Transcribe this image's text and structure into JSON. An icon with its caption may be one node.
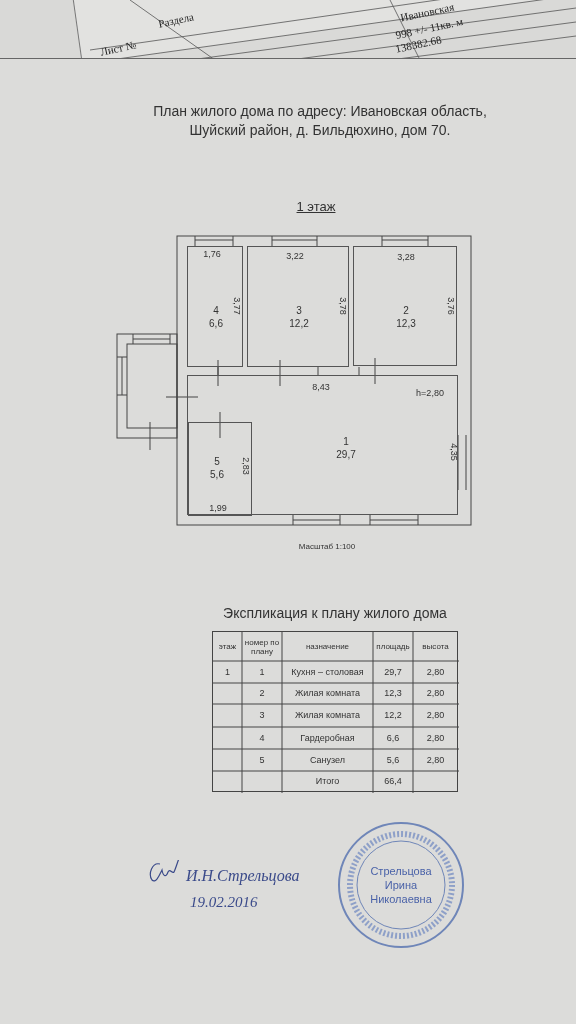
{
  "diagram": {
    "title": "План жилого дома по адресу: Ивановская область, Шуйский район, д. Бильдюхино, дом 70.",
    "nodes": [
      {
        "text": [
          "4",
          "6,6"
        ]
      },
      {
        "text": [
          "3",
          "12,2"
        ]
      },
      {
        "text": [
          "2",
          "12,3"
        ]
      },
      {
        "text": [
          "1",
          "29,7"
        ]
      },
      {
        "text": [
          "5",
          "5,6"
        ],
        "in": 3
      },
      {
        "text": [
          "Стрельцова Ирина Николаевна"
        ]
      }
    ],
    "labels": [
      "Лист №",
      "Раздела",
      "Ивановская",
      "998 +/- 11кв. м",
      "138382.68",
      "1 этаж",
      "1,76",
      "3,77",
      "3,22",
      "3,78",
      "3,28",
      "3,76",
      "8,43",
      "h=2,80",
      "4,35",
      "2,83",
      "1,99",
      "Масштаб 1:100",
      "Экспликация к плану жилого дома",
      "этаж",
      "номер по плану",
      "назначение",
      "площадь",
      "высота",
      "1",
      "1",
      "Кухня – столовая",
      "29,7",
      "2,80",
      "2",
      "Жилая комната",
      "12,3",
      "2,80",
      "3",
      "Жилая комната",
      "12,2",
      "2,80",
      "4",
      "Гардеробная",
      "6,6",
      "2,80",
      "5",
      "Санузел",
      "5,6",
      "2,80",
      "Итого",
      "66,4",
      "И.Н.Стрельцова",
      "19.02.2016"
    ]
  }
}
